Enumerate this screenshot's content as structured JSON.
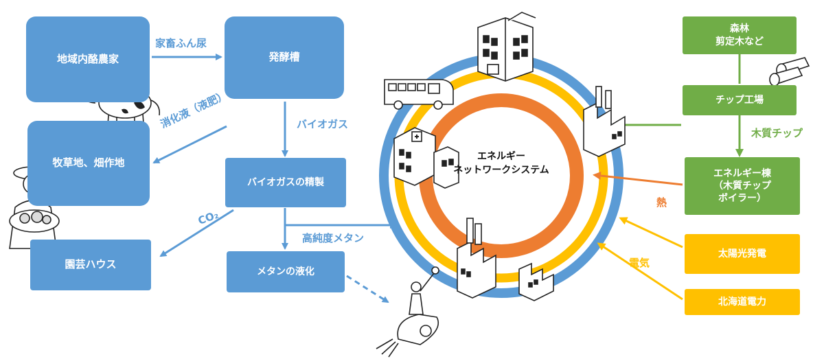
{
  "boxes": {
    "dairy": "地域内酪農家",
    "fermenter": "発酵槽",
    "pasture": "牧草地、畑作地",
    "biogas_refine": "バイオガスの精製",
    "greenhouse": "園芸ハウス",
    "methane_liquefy": "メタンの液化",
    "forest": "森林\n剪定木など",
    "chip_factory": "チップ工場",
    "energy_building": "エネルギー棟\n（木質チップ\nボイラー）",
    "solar": "太陽光発電",
    "hokkaido_power": "北海道電力"
  },
  "arrow_labels": {
    "manure": "家畜ふん尿",
    "digestate": "消化液（液肥）",
    "biogas": "バイオガス",
    "co2": "CO₂",
    "high_purity_methane": "高純度メタン",
    "wood_chips": "木質チップ",
    "heat": "熱",
    "electricity": "電気"
  },
  "center": {
    "title": "エネルギー\nネットワークシステム"
  },
  "colors": {
    "blue": "#5b9bd5",
    "green": "#70ad47",
    "orange": "#ed7d31",
    "yellow": "#ffc000"
  },
  "illustrations": [
    "cow-icon",
    "farmer-icon",
    "bus-icon",
    "office-building-icon",
    "factory-icon",
    "hospital-icon",
    "logs-icon",
    "rocket-icon"
  ]
}
